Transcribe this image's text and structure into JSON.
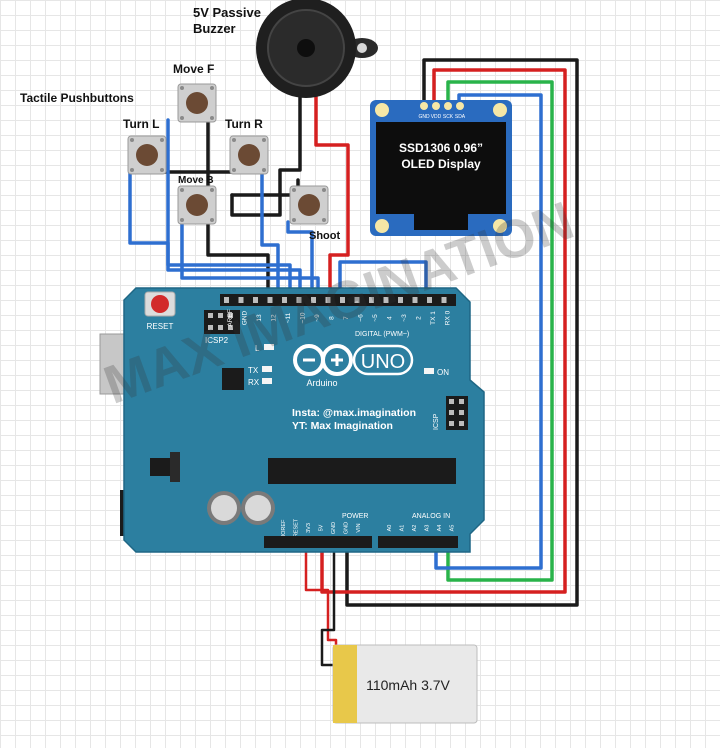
{
  "labels": {
    "buzzer": [
      "5V Passive",
      "Buzzer"
    ],
    "buttons_title": "Tactile Pushbuttons",
    "move_f": "Move F",
    "turn_l": "Turn L",
    "turn_r": "Turn R",
    "move_b": "Move B",
    "shoot": "Shoot"
  },
  "oled": {
    "title_line1": "SSD1306 0.96”",
    "title_line2": "OLED Display",
    "pins": [
      "GND",
      "VDD",
      "SCK",
      "SDA"
    ]
  },
  "arduino": {
    "logo": "UNO",
    "brand": "Arduino",
    "reset": "RESET",
    "icsp2": "ICSP2",
    "icsp": "ICSP",
    "credit1": "Insta: @max.imagination",
    "credit2": "YT: Max Imagination",
    "digital_label": "DIGITAL (PWM~)",
    "analog_label": "ANALOG IN",
    "power_label": "POWER",
    "led_l": "L",
    "led_tx": "TX",
    "led_rx": "RX",
    "led_on": "ON",
    "digital_pins": [
      "AREF",
      "GND",
      "13",
      "12",
      "~11",
      "~10",
      "~9",
      "8",
      "7",
      "~6",
      "~5",
      "4",
      "~3",
      "2",
      "TX 1",
      "RX 0"
    ],
    "power_pins": [
      "IOREF",
      "RESET",
      "3V3",
      "5V",
      "GND",
      "GND",
      "VIN"
    ],
    "analog_pins": [
      "A0",
      "A1",
      "A2",
      "A3",
      "A4",
      "A5"
    ]
  },
  "battery": {
    "label": "110mAh 3.7V"
  },
  "watermark": "MAX IMAGINATION",
  "colors": {
    "board": "#2c7fa0",
    "wire_red": "#d52020",
    "wire_black": "#1a1a1a",
    "wire_blue": "#2e6fd0",
    "wire_green": "#29b34a",
    "oled_body": "#2a6bbf",
    "battery": "#e8d36a"
  }
}
